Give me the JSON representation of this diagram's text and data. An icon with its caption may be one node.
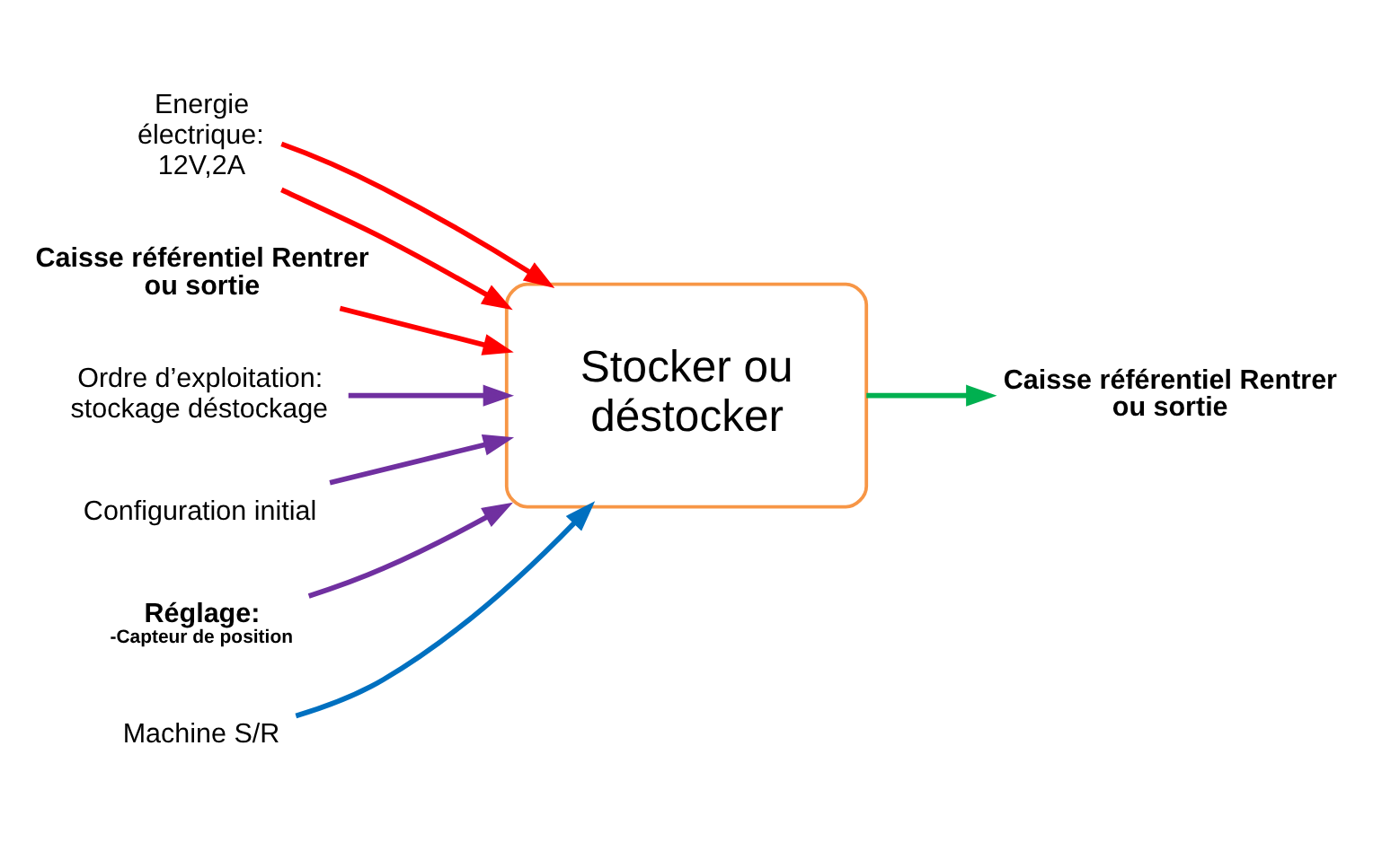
{
  "diagram": {
    "nodes": [
      {
        "text": [
          "Stocker ou déstocker"
        ]
      },
      {
        "text": [
          "Energie électrique: 12V,2A"
        ]
      },
      {
        "text": [
          "Caisse référentiel Rentrer ou sortie"
        ]
      },
      {
        "text": [
          "Ordre d’exploitation: stockage déstockage"
        ]
      },
      {
        "text": [
          "Configuration initial"
        ]
      },
      {
        "text": [
          "Réglage:",
          "-Capteur de position"
        ]
      },
      {
        "text": [
          "Caisse référentiel Rentrer ou sortie"
        ]
      },
      {
        "text": [
          "Machine S/R"
        ]
      }
    ],
    "edges": [
      {
        "from": 1,
        "to": 0,
        "arrow": "to",
        "color": "#ff0000"
      },
      {
        "from": 1,
        "to": 0,
        "arrow": "to",
        "color": "#ff0000"
      },
      {
        "from": 2,
        "to": 0,
        "arrow": "to",
        "color": "#ff0000"
      },
      {
        "from": 3,
        "to": 0,
        "arrow": "to",
        "color": "#7030a0"
      },
      {
        "from": 4,
        "to": 0,
        "arrow": "to",
        "color": "#7030a0"
      },
      {
        "from": 5,
        "to": 0,
        "arrow": "to",
        "color": "#7030a0"
      },
      {
        "from": 0,
        "to": 6,
        "arrow": "to",
        "color": "#00b050"
      },
      {
        "from": 7,
        "to": 0,
        "arrow": "to",
        "color": "#0070c0"
      }
    ]
  }
}
